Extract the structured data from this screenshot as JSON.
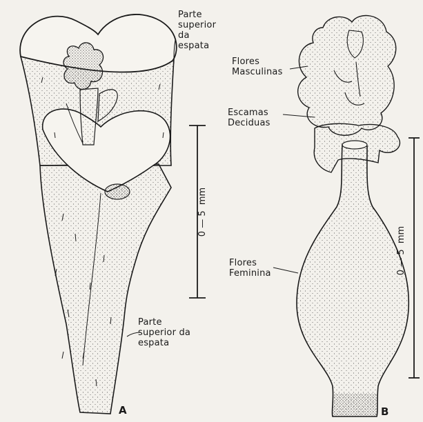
{
  "figure": {
    "panel_a": {
      "letter": "A",
      "label_top": [
        "Parte",
        "superior",
        "da",
        "espata"
      ],
      "label_bottom": [
        "Parte",
        "superior da",
        "espata"
      ],
      "scale_text": "0 — 5  mm"
    },
    "panel_b": {
      "letter": "B",
      "label_masc": [
        "Flores",
        "Masculinas"
      ],
      "label_escamas": [
        "Escamas",
        "Deciduas"
      ],
      "label_fem": [
        "Flores",
        "Feminina"
      ],
      "scale_text": "0 — 5  mm"
    }
  },
  "colors": {
    "ink": "#1a1a1a",
    "paper": "#f3f1ec"
  }
}
